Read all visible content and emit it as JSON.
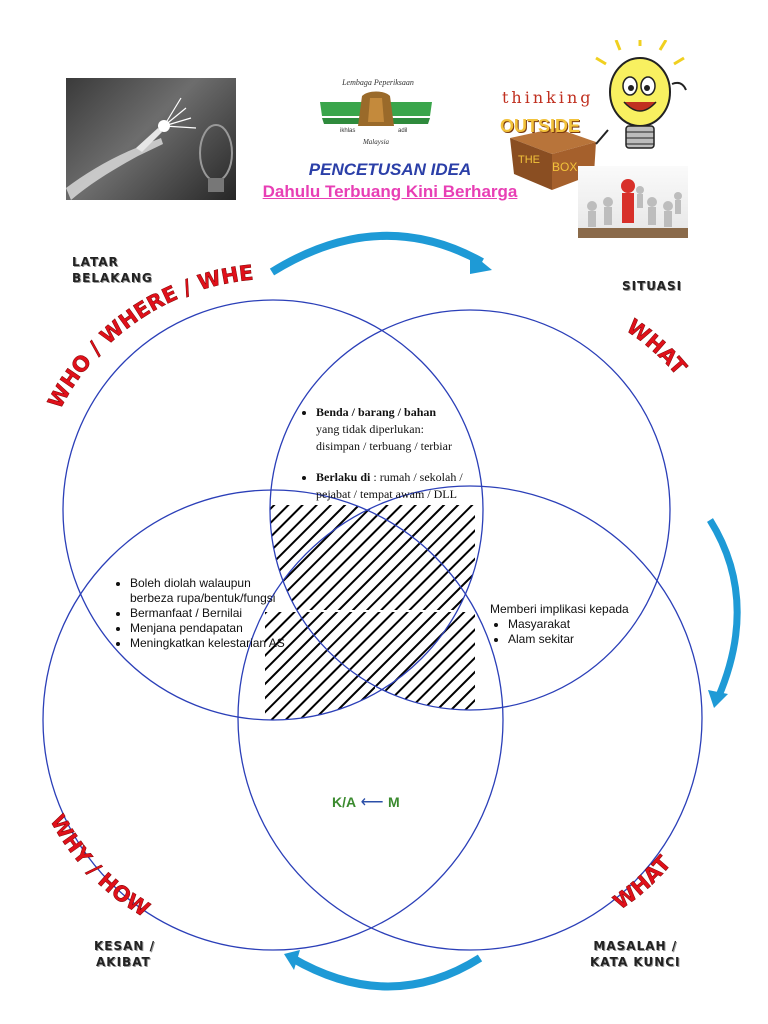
{
  "header": {
    "title": "PENCETUSAN IDEA",
    "subtitle": "Dahulu Terbuang Kini Berharga",
    "logo_text_top": "Lembaga Peperiksaan",
    "logo_text_bottom": "Malaysia",
    "logo_left_word": "ikhlas",
    "logo_right_word": "adil",
    "thinking_word": "thinking",
    "outside_word": "OUTSIDE",
    "the_word": "THE",
    "box_word": "BOX"
  },
  "corners": {
    "top_left": [
      "LATAR",
      "BELAKANG"
    ],
    "top_right": "SITUASI",
    "bottom_left": [
      "KESAN /",
      "AKIBAT"
    ],
    "bottom_right": [
      "MASALAH /",
      "KATA KUNCI"
    ]
  },
  "arc_labels": {
    "top_left": "WHO / WHERE / WHEN",
    "top_right": "WHAT",
    "bottom_left": "WHY / HOW",
    "bottom_right": "WHAT"
  },
  "top_note": {
    "item1_bold": "Benda / barang / bahan",
    "item1_rest": "yang tidak diperlukan:",
    "item1_line2": "disimpan / terbuang / terbiar",
    "item2_bold": "Berlaku di",
    "item2_rest": ": rumah / sekolah /",
    "item2_line2": "pejabat / tempat awam / DLL"
  },
  "left_note": {
    "items": [
      "Boleh diolah walaupun",
      "berbeza rupa/bentuk/fungsi",
      "Bermanfaat / Bernilai",
      "Menjana pendapatan",
      "Meningkatkan kelestarian AS"
    ]
  },
  "right_note": {
    "intro": "Memberi implikasi kepada",
    "items": [
      "Masyarakat",
      "Alam sekitar"
    ]
  },
  "center_label": {
    "left": "K/A",
    "right": "M"
  },
  "colors": {
    "circle": "#2b3fb8",
    "arrow": "#1e9ad6",
    "title": "#2b3fa8",
    "subtitle": "#e83fb5",
    "arc_text": "#e0101a",
    "ka": "#3a8a2e"
  }
}
